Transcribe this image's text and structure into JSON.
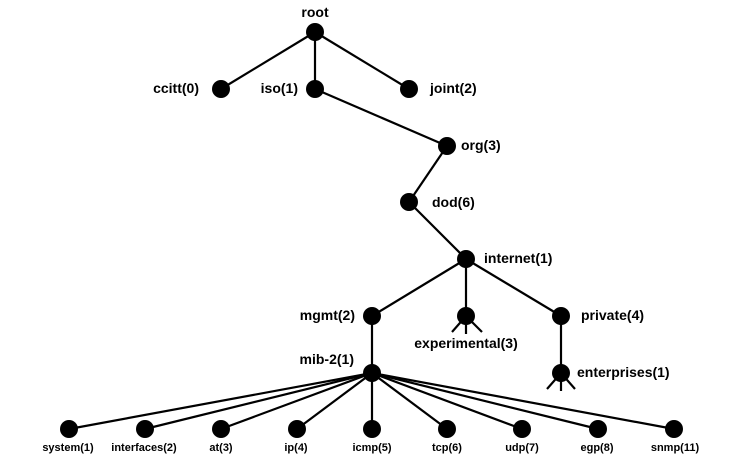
{
  "diagram": {
    "colors": {
      "line": "#000000",
      "node": "#000000",
      "background": "#ffffff"
    },
    "nodes": {
      "root": {
        "label": "root"
      },
      "ccitt": {
        "label": "ccitt(0)"
      },
      "iso": {
        "label": "iso(1)"
      },
      "joint": {
        "label": "joint(2)"
      },
      "org": {
        "label": "org(3)"
      },
      "dod": {
        "label": "dod(6)"
      },
      "internet": {
        "label": "internet(1)"
      },
      "mgmt": {
        "label": "mgmt(2)"
      },
      "experimental": {
        "label": "experimental(3)"
      },
      "private": {
        "label": "private(4)"
      },
      "mib2": {
        "label": "mib-2(1)"
      },
      "enterprises": {
        "label": "enterprises(1)"
      },
      "system": {
        "label": "system(1)"
      },
      "interfaces": {
        "label": "interfaces(2)"
      },
      "at": {
        "label": "at(3)"
      },
      "ip": {
        "label": "ip(4)"
      },
      "icmp": {
        "label": "icmp(5)"
      },
      "tcp": {
        "label": "tcp(6)"
      },
      "udp": {
        "label": "udp(7)"
      },
      "egp": {
        "label": "egp(8)"
      },
      "snmp": {
        "label": "snmp(11)"
      }
    },
    "edges": [
      [
        "root",
        "ccitt"
      ],
      [
        "root",
        "iso"
      ],
      [
        "root",
        "joint"
      ],
      [
        "iso",
        "org"
      ],
      [
        "org",
        "dod"
      ],
      [
        "dod",
        "internet"
      ],
      [
        "internet",
        "mgmt"
      ],
      [
        "internet",
        "experimental"
      ],
      [
        "internet",
        "private"
      ],
      [
        "mgmt",
        "mib2"
      ],
      [
        "private",
        "enterprises"
      ],
      [
        "mib2",
        "system"
      ],
      [
        "mib2",
        "interfaces"
      ],
      [
        "mib2",
        "at"
      ],
      [
        "mib2",
        "ip"
      ],
      [
        "mib2",
        "icmp"
      ],
      [
        "mib2",
        "tcp"
      ],
      [
        "mib2",
        "udp"
      ],
      [
        "mib2",
        "egp"
      ],
      [
        "mib2",
        "snmp"
      ]
    ]
  }
}
